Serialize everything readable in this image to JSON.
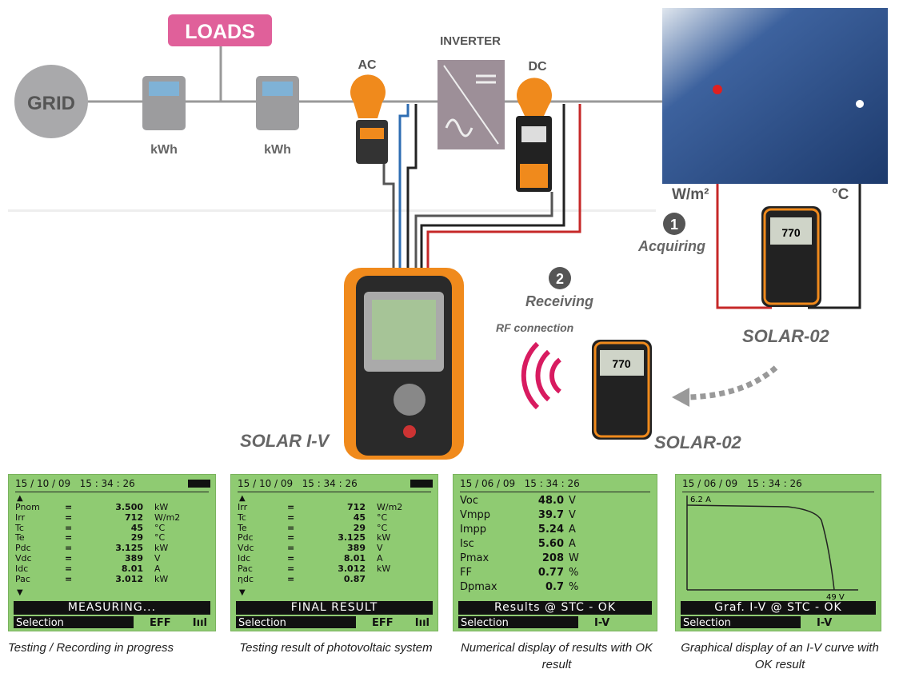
{
  "diagram": {
    "grid": "GRID",
    "loads": "LOADS",
    "kwh1": "kWh",
    "kwh2": "kWh",
    "ac": "AC",
    "inverter": "INVERTER",
    "dc": "DC",
    "irr_unit": "W/m²",
    "temp_unit": "°C",
    "step1_num": "1",
    "step1": "Acquiring",
    "step2_num": "2",
    "step2": "Receiving",
    "rf": "RF connection",
    "solar02_a": "SOLAR-02",
    "solar02_b": "SOLAR-02",
    "solar_iv": "SOLAR I-V",
    "sensor_display": "770"
  },
  "colors": {
    "loads": "#e0609a",
    "lcd": "#8fcb72",
    "orange": "#f08a1c",
    "panel": "#2a4f8c",
    "grid": "#a9a9ab"
  },
  "panels": [
    {
      "date": "15 / 10 / 09",
      "time": "15 : 34 : 26",
      "rows": [
        [
          "Pnom",
          "=",
          "3.500",
          "kW"
        ],
        [
          "Irr",
          "=",
          "712",
          "W/m2"
        ],
        [
          "Tc",
          "=",
          "45",
          "°C"
        ],
        [
          "Te",
          "=",
          "29",
          "°C"
        ],
        [
          "Pdc",
          "=",
          "3.125",
          "kW"
        ],
        [
          "Vdc",
          "=",
          "389",
          "V"
        ],
        [
          "Idc",
          "=",
          "8.01",
          "A"
        ],
        [
          "Pac",
          "=",
          "3.012",
          "kW"
        ]
      ],
      "status": "MEASURING...",
      "selection": "Selection",
      "mode": "EFF",
      "icon_text": "Iııl",
      "caption": "Testing / Recording in progress"
    },
    {
      "date": "15 / 10 / 09",
      "time": "15 : 34 : 26",
      "rows": [
        [
          "Irr",
          "=",
          "712",
          "W/m2"
        ],
        [
          "Tc",
          "=",
          "45",
          "°C"
        ],
        [
          "Te",
          "=",
          "29",
          "°C"
        ],
        [
          "Pdc",
          "=",
          "3.125",
          "kW"
        ],
        [
          "Vdc",
          "=",
          "389",
          "V"
        ],
        [
          "Idc",
          "=",
          "8.01",
          "A"
        ],
        [
          "Pac",
          "=",
          "3.012",
          "kW"
        ],
        [
          "ηdc",
          "=",
          "0.87",
          ""
        ]
      ],
      "status": "FINAL RESULT",
      "selection": "Selection",
      "mode": "EFF",
      "icon_text": "Iııl",
      "caption": "Testing result of photovoltaic system"
    },
    {
      "date": "15 / 06 / 09",
      "time": "15 : 34 : 26",
      "rows": [
        [
          "Voc",
          "48.0",
          "V"
        ],
        [
          "Vmpp",
          "39.7",
          "V"
        ],
        [
          "Impp",
          "5.24",
          "A"
        ],
        [
          "Isc",
          "5.60",
          "A"
        ],
        [
          "Pmax",
          "208",
          "W"
        ],
        [
          "FF",
          "0.77",
          "%"
        ],
        [
          "Dpmax",
          "0.7",
          "%"
        ]
      ],
      "status": "Results @ STC - OK",
      "selection": "Selection",
      "mode": "I-V",
      "caption": "Numerical display of results with OK result"
    },
    {
      "date": "15 / 06 / 09",
      "time": "15 : 34 : 26",
      "y_label": "6.2 A",
      "x_label": "49 V",
      "status": "Graf. I-V @ STC - OK",
      "selection": "Selection",
      "mode": "I-V",
      "caption": "Graphical display of an I-V curve with OK result"
    }
  ]
}
